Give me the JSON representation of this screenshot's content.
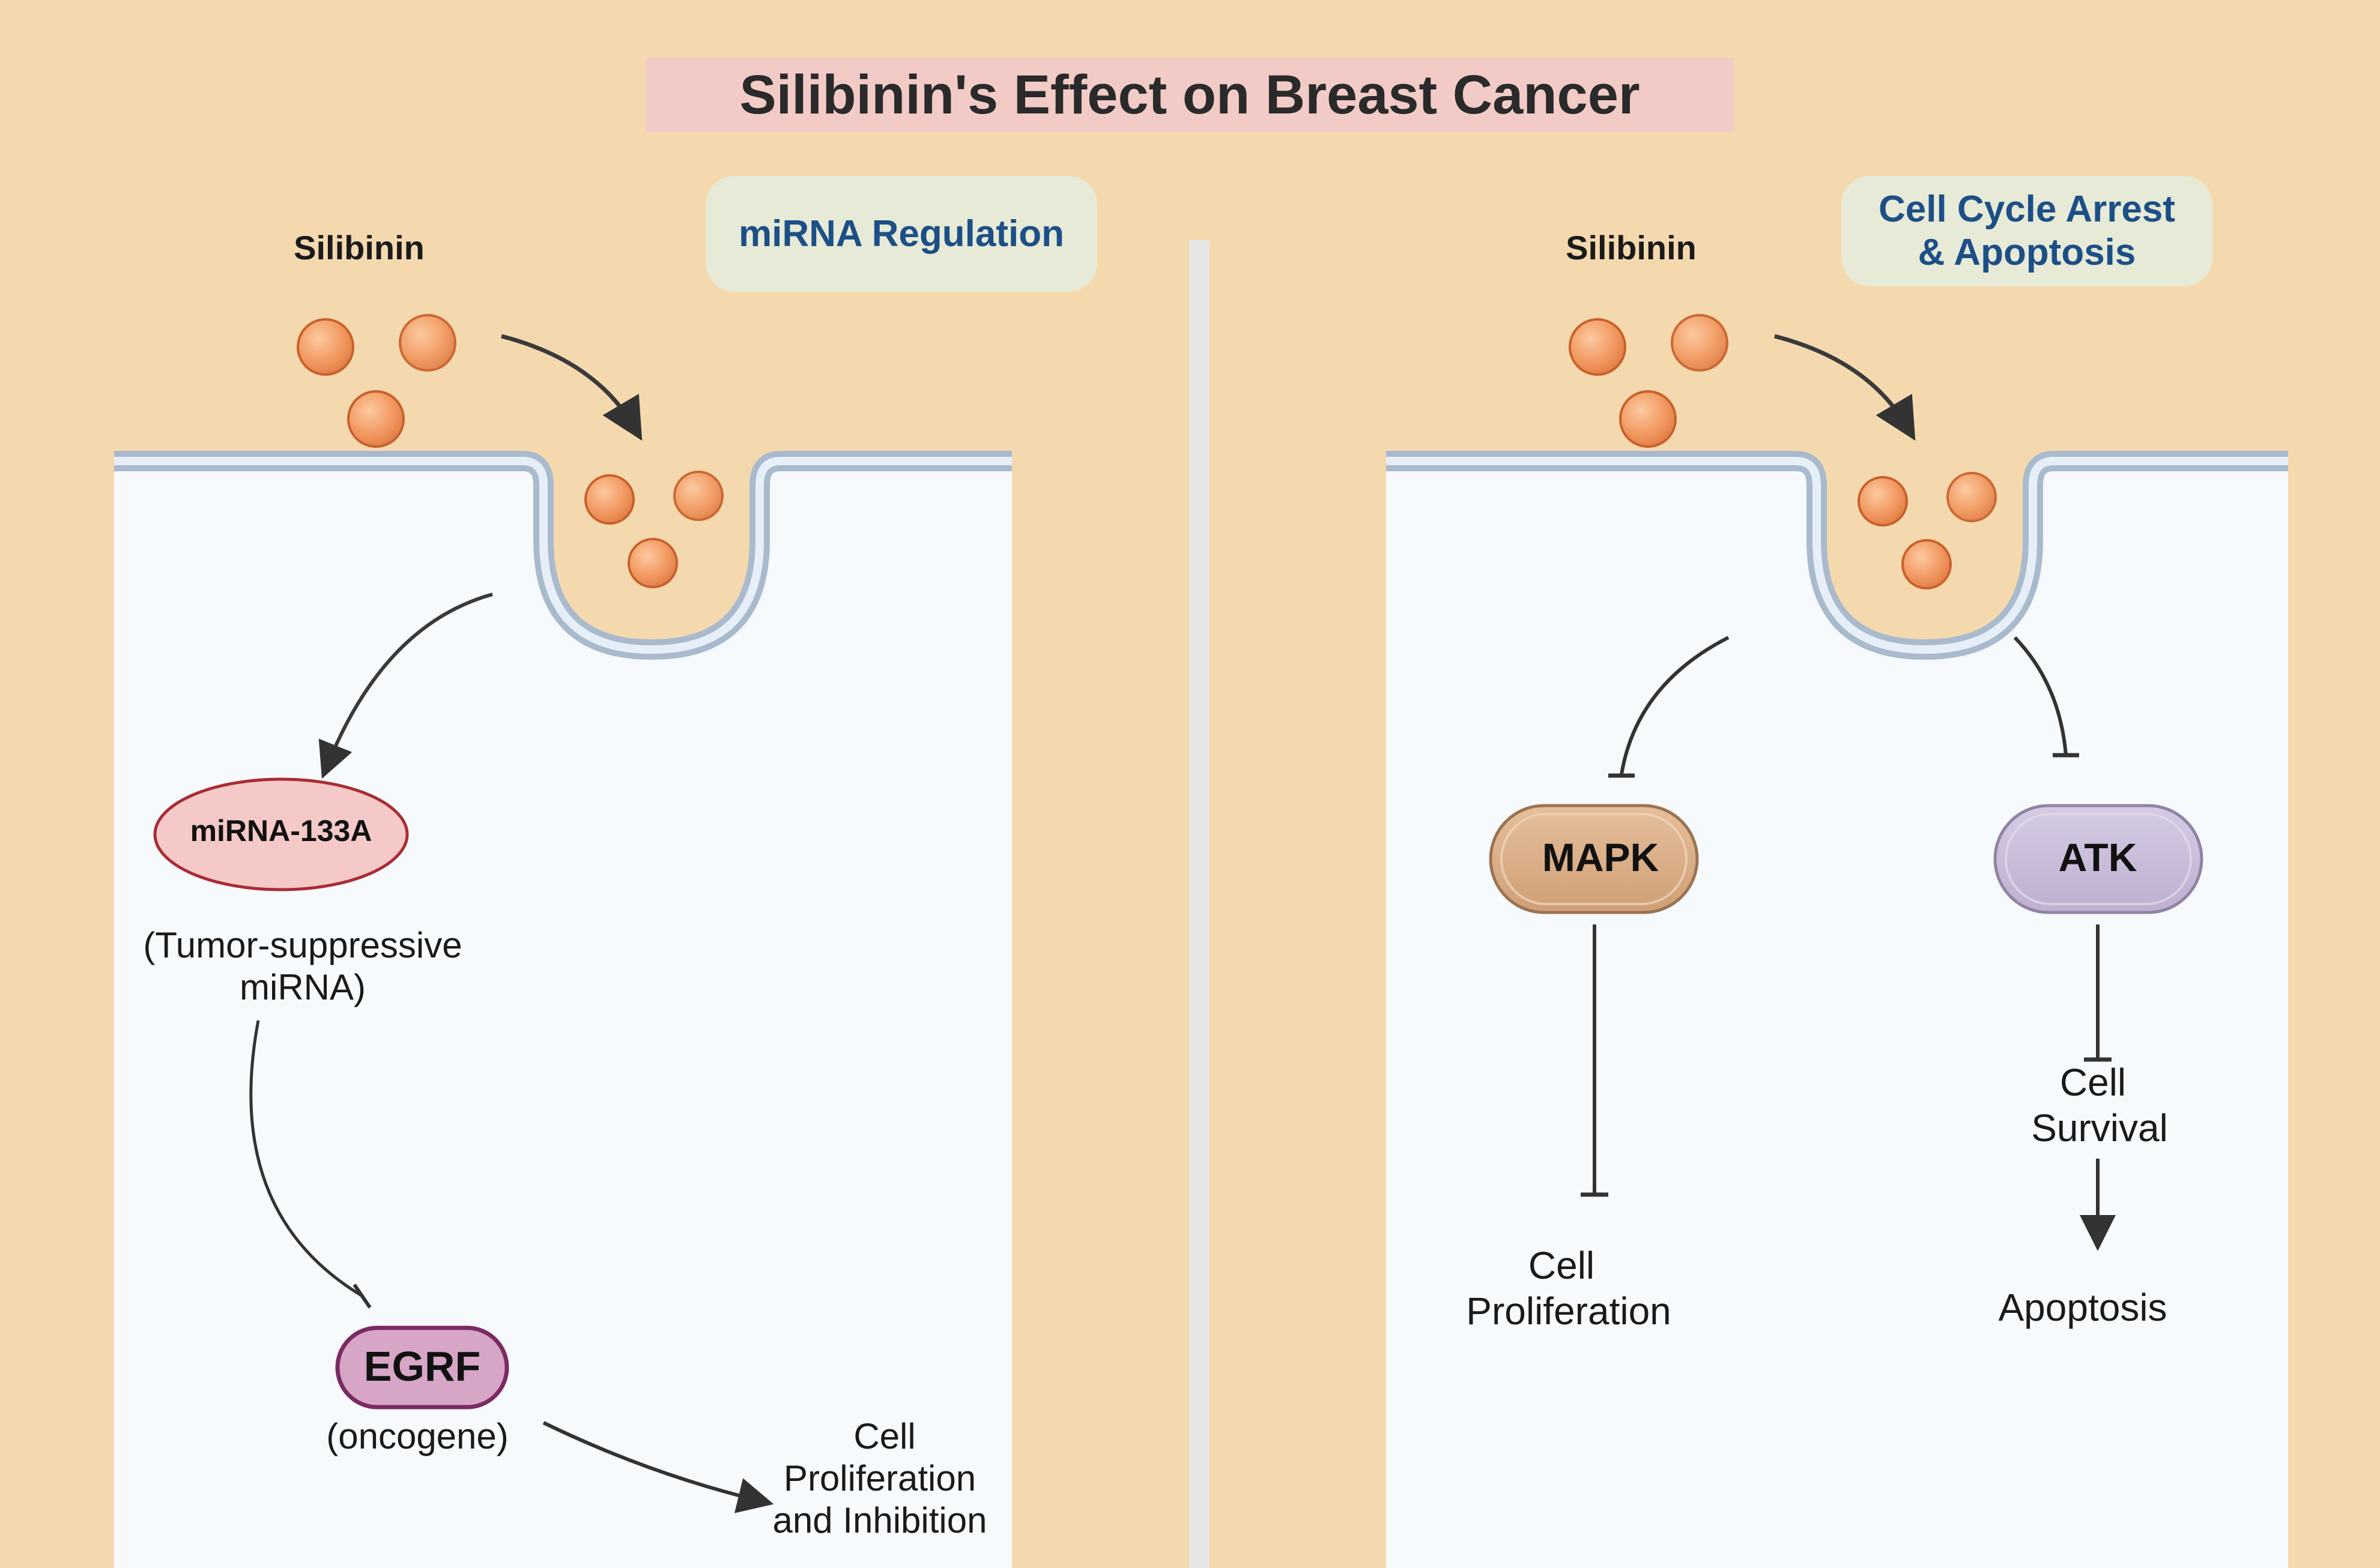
{
  "title": "Silibinin's Effect on Breast Cancer",
  "left_panel": {
    "tag": "miRNA Regulation",
    "drug_label": "Silibinin",
    "mirna_label": "miRNA-133A",
    "mirna_note_line1": "(Tumor-suppressive",
    "mirna_note_line2": "miRNA)",
    "egfr_label": "EGRF",
    "egfr_note": "(oncogene)",
    "outcome_line1": "Cell",
    "outcome_line2": "Proliferation",
    "outcome_line3": "and Inhibition"
  },
  "right_panel": {
    "tag_line1": "Cell Cycle Arrest",
    "tag_line2": "& Apoptosis",
    "drug_label": "Silibinin",
    "mapk_label": "MAPK",
    "atk_label": "ATK",
    "mapk_outcome_line1": "Cell",
    "mapk_outcome_line2": "Proliferation",
    "survival_line1": "Cell",
    "survival_line2": "Survival",
    "apoptosis_label": "Apoptosis"
  },
  "colors": {
    "background": "#f5d9ae",
    "title_bg": "#f2cbc6",
    "tag_bg": "#e6ead6",
    "tag_text": "#1d4f87",
    "cell_fill": "#f7fafd",
    "membrane": "#a9bacd",
    "molecule": "#f29a62",
    "mirna_fill": "#f4c9c7",
    "mirna_stroke": "#a82c34",
    "egfr_fill": "#d7a6c6",
    "egfr_stroke": "#7a2b62",
    "mapk_fill": "#d9ac85",
    "atk_fill": "#c8bcd8",
    "divider": "#e6e6e6"
  }
}
